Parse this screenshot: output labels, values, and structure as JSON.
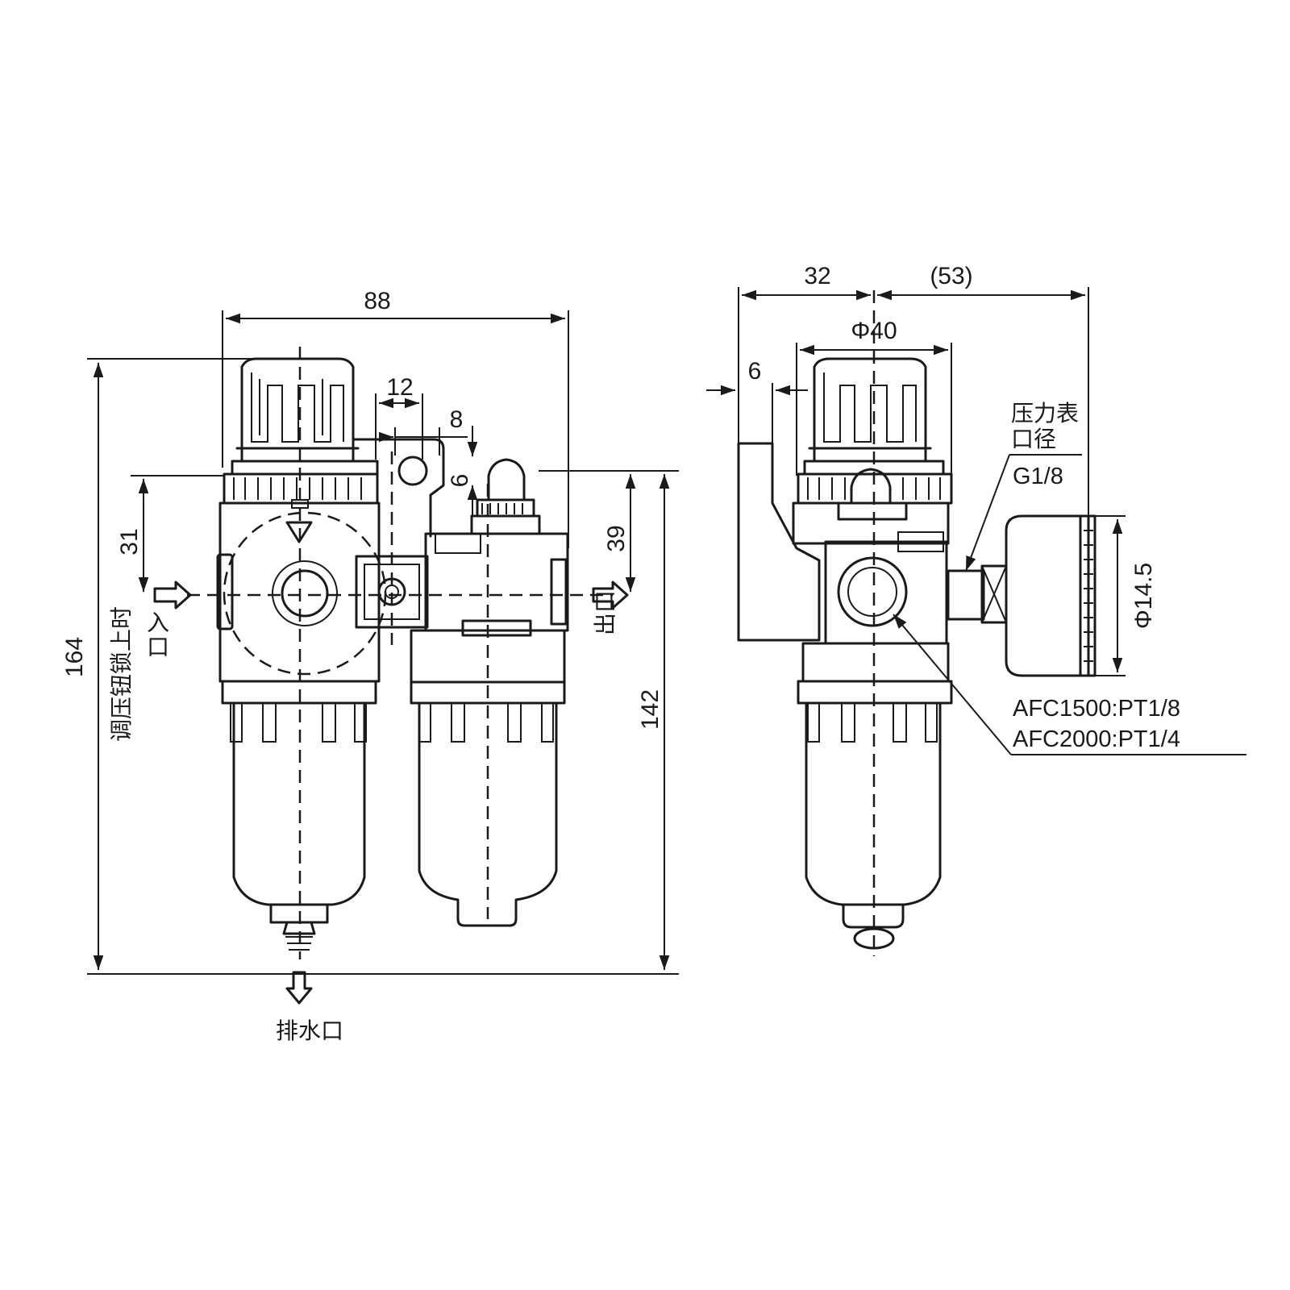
{
  "front_view": {
    "dim_width": "88",
    "dim_total_height": "164",
    "dim_total_height_note": "调压钮锁上时",
    "dim_12": "12",
    "dim_8": "8",
    "dim_6": "6",
    "dim_31": "31",
    "dim_39": "39",
    "dim_142": "142",
    "inlet_label": "入口",
    "outlet_label": "出口",
    "drain_label": "排水口"
  },
  "side_view": {
    "dim_32": "32",
    "dim_53": "(53)",
    "dim_phi40": "Φ40",
    "dim_6": "6",
    "gauge_port_label_line1": "压力表",
    "gauge_port_label_line2": "口径",
    "gauge_port_size": "G1/8",
    "dim_phi14_5": "Φ14.5",
    "port_spec_1": "AFC1500:PT1/8",
    "port_spec_2": "AFC2000:PT1/4"
  }
}
